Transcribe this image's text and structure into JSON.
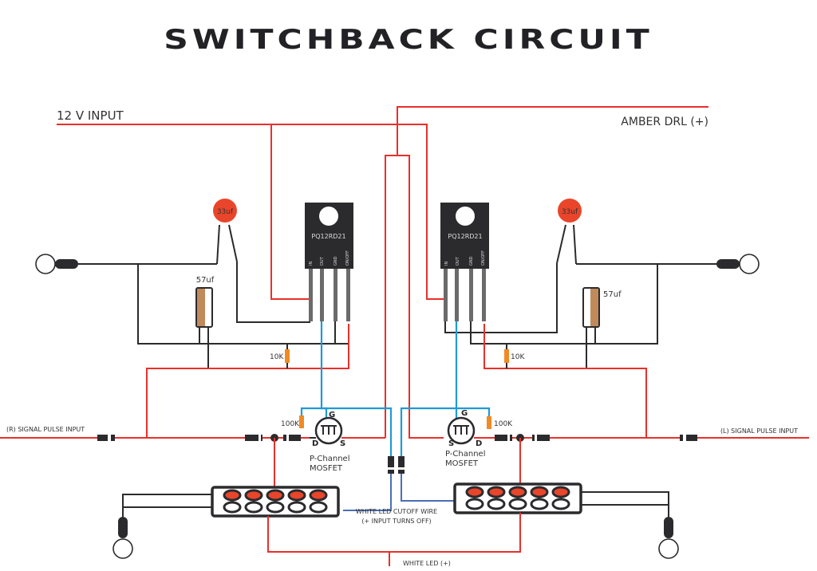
{
  "title": "SWITCHBACK CIRCUIT",
  "labels": {
    "input_12v": "12 V INPUT",
    "amber_drl": "AMBER DRL (+)",
    "r_signal": "(R) SIGNAL PULSE  INPUT",
    "l_signal": "(L) SIGNAL PULSE INPUT",
    "cutoff_wire_line1": "WHITE LED CUTOFF WIRE",
    "cutoff_wire_line2": "(+ INPUT TURNS OFF)",
    "white_led": "WHITE LED (+)"
  },
  "regulators": [
    {
      "part": "PQ12RD21",
      "pins": [
        "IN",
        "OUT",
        "GND",
        "ON/OFF"
      ]
    },
    {
      "part": "PQ12RD21",
      "pins": [
        "IN",
        "OUT",
        "GND",
        "ON/OFF"
      ]
    }
  ],
  "capacitors": {
    "ceramic_left": "33uf",
    "ceramic_right": "33uf",
    "electrolytic_left": "57uf",
    "electrolytic_right": "57uf"
  },
  "resistors": {
    "left_pulldown": "10K",
    "right_pulldown": "10K",
    "left_gate": "100K",
    "right_gate": "100K"
  },
  "mosfets": [
    {
      "type_line1": "P-Channel",
      "type_line2": "MOSFET",
      "g": "G",
      "d": "D",
      "s": "S"
    },
    {
      "type_line1": "P-Channel",
      "type_line2": "MOSFET",
      "g": "G",
      "d": "D",
      "s": "S"
    }
  ],
  "colors": {
    "positive_wire": "#e8302a",
    "ground_wire": "#2b2b2e",
    "gate_wire": "#1f9ad6",
    "cutoff_wire": "#4a6fb5",
    "resistor": "#f08a24",
    "ceramic_cap": "#e9452b",
    "electrolytic_band": "#c08a5a"
  }
}
